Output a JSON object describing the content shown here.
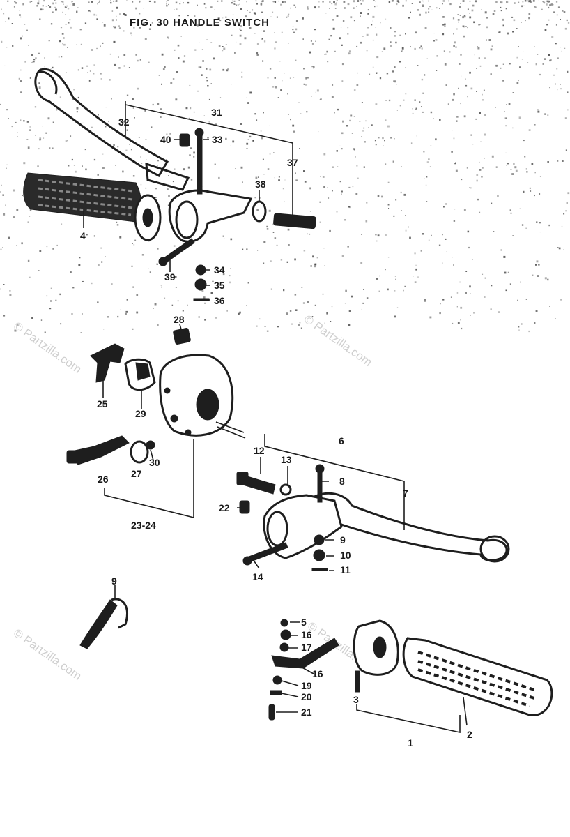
{
  "title": "FIG. 30  HANDLE SWITCH",
  "watermark": "© Partzilla.com",
  "labels": {
    "l1": "1",
    "l2": "2",
    "l3": "3",
    "l4": "4",
    "l5": "5",
    "l6": "6",
    "l7": "7",
    "l8": "8",
    "l9": "9",
    "l10": "10",
    "l11": "11",
    "l12": "12",
    "l13": "13",
    "l14": "14",
    "l16a": "16",
    "l16b": "16",
    "l17": "17",
    "l19": "19",
    "l20": "20",
    "l21": "21",
    "l22": "22",
    "l23_24": "23-24",
    "l25": "25",
    "l26": "26",
    "l27": "27",
    "l28": "28",
    "l29": "29",
    "l30": "30",
    "l31": "31",
    "l32": "32",
    "l33": "33",
    "l34": "34",
    "l35": "35",
    "l36": "36",
    "l37": "37",
    "l38": "38",
    "l39": "39",
    "l40": "40",
    "l9b": "9"
  }
}
